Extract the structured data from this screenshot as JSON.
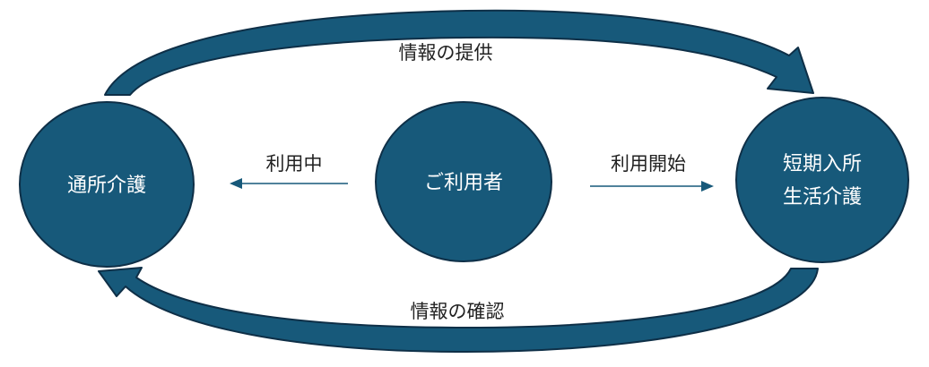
{
  "colors": {
    "node_fill": "#17597a",
    "node_stroke": "#0e2f47",
    "arrow_fill": "#17597a",
    "arrow_stroke": "#0e2f47",
    "line": "#17597a"
  },
  "nodes": {
    "left": {
      "label": "通所介護"
    },
    "center": {
      "label": "ご利用者"
    },
    "right": {
      "line1": "短期入所",
      "line2": "生活介護"
    }
  },
  "labels": {
    "top": "情報の提供",
    "bottom": "情報の確認",
    "in_use": "利用中",
    "start_use": "利用開始"
  }
}
